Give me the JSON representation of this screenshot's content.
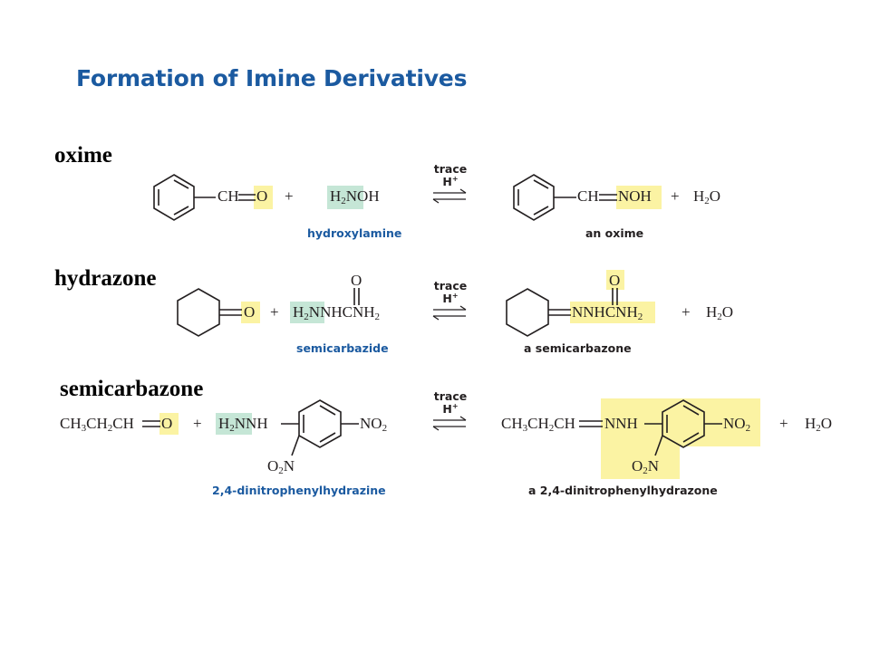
{
  "title": "Formation of Imine Derivatives",
  "row_labels": {
    "oxime": "oxime",
    "hydrazone": "hydrazone",
    "semicarbazone": "semicarbazone"
  },
  "condition": {
    "line1": "trace",
    "line2": "H",
    "charge": "+"
  },
  "plus": "+",
  "water": {
    "h": "H",
    "sub": "2",
    "o": "O"
  },
  "reaction1": {
    "ch": "CH",
    "o": "O",
    "reagent": {
      "h": "H",
      "sub": "2",
      "rest": "NOH"
    },
    "reagent_caption": "hydroxylamine",
    "product_ch": "CH",
    "product_group": "NOH",
    "product_caption": "an oxime"
  },
  "reaction2": {
    "o": "O",
    "reagent_carbonyl_o": "O",
    "reagent": {
      "h": "H",
      "sub": "2",
      "n": "N",
      "rest": "NHCNH",
      "rest_sub": "2"
    },
    "reagent_caption": "semicarbazide",
    "product_carbonyl_o": "O",
    "product_group": {
      "text": "NNHCNH",
      "sub": "2"
    },
    "product_caption": "a semicarbazone"
  },
  "reaction3": {
    "chain": {
      "p1": "CH",
      "s1": "3",
      "p2": "CH",
      "s2": "2",
      "p3": "CH"
    },
    "o": "O",
    "reagent": {
      "h": "H",
      "sub": "2",
      "rest": "NNH"
    },
    "no2": {
      "text": "NO",
      "sub": "2"
    },
    "o2n": {
      "o": "O",
      "sub": "2",
      "n": "N"
    },
    "reagent_caption": "2,4-dinitrophenylhydrazine",
    "product_chain": {
      "p1": "CH",
      "s1": "3",
      "p2": "CH",
      "s2": "2",
      "p3": "CH"
    },
    "product_nnh": "NNH",
    "product_caption": "a 2,4-dinitrophenylhydrazone"
  },
  "colors": {
    "title": "#1b5aa0",
    "caption_blue": "#1b5aa0",
    "highlight_yellow": "#fbf3a3",
    "highlight_green": "#c5e6d6"
  }
}
